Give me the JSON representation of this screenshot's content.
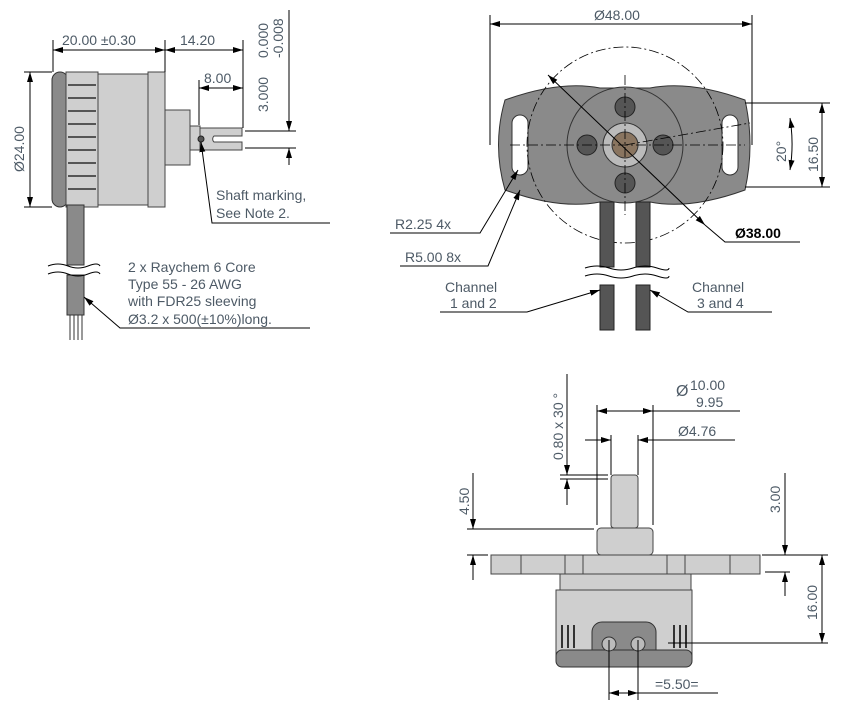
{
  "side_view": {
    "dim_length": "20.00 ±0.30",
    "dim_shaft_length": "14.20",
    "dim_slot_length": "8.00",
    "dim_shaft_dia": "3.000",
    "dim_shaft_tol_upper": "0.000",
    "dim_shaft_tol_lower": "-0.008",
    "dim_body_dia": "Ø24.00",
    "shaft_note": [
      "Shaft marking,",
      "See Note 2."
    ],
    "cable_note": [
      "2 x Raychem 6 Core",
      "Type 55 - 26 AWG",
      "with FDR25 sleeving",
      "Ø3.2 x 500(±10%)long."
    ]
  },
  "front_view": {
    "dim_flange_width": "Ø48.00",
    "dim_pcd": "Ø38.00",
    "dim_height": "16.50",
    "dim_angle": "20°",
    "radius_1": "R2.25  4x",
    "radius_2": "R5.00  8x",
    "channel_a": [
      "Channel",
      "1 and 2"
    ],
    "channel_b": [
      "Channel",
      "3 and 4"
    ]
  },
  "bottom_view": {
    "dim_chamfer": "0.80 x 30 °",
    "dim_hub_dia_max": "10.00",
    "dim_hub_dia_min": "9.95",
    "dim_hub_dia_symbol": "Ø",
    "dim_flat": "Ø4.76",
    "dim_shaft_height": "4.50",
    "dim_flange_thk": "3.00",
    "dim_body_height": "16.00",
    "dim_cable_pitch": "=5.50="
  }
}
